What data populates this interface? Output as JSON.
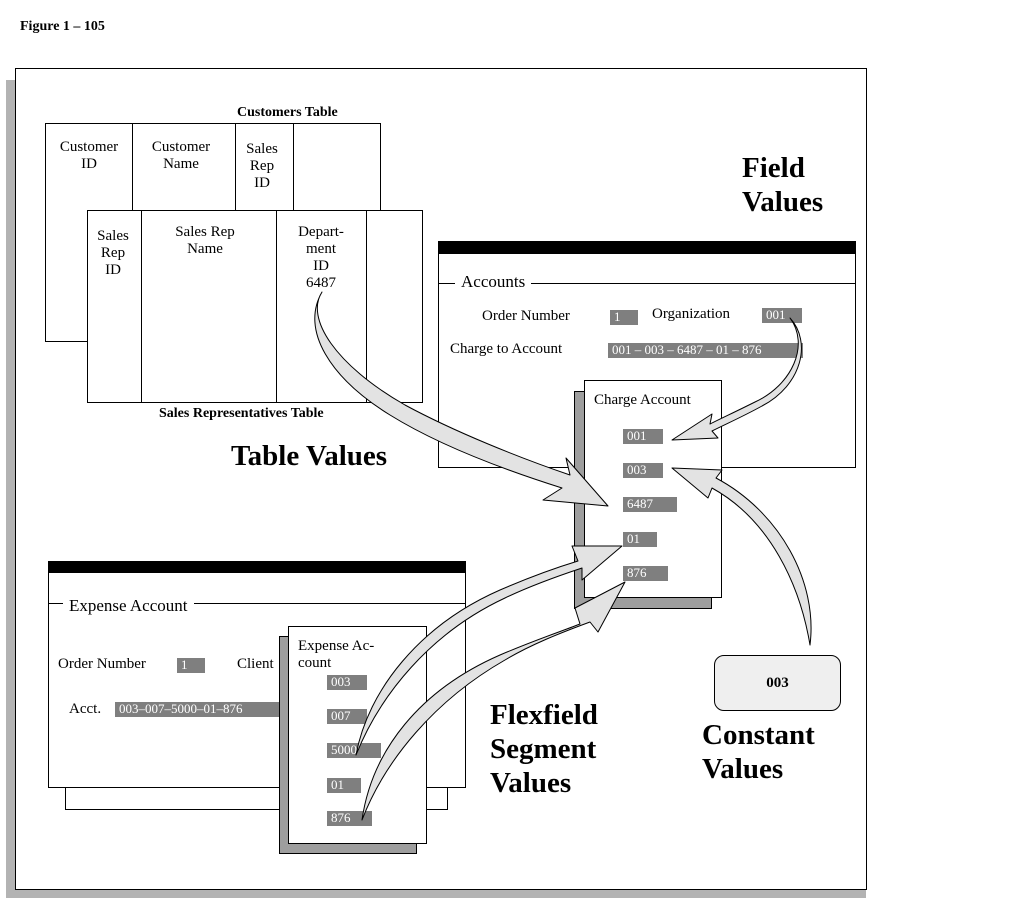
{
  "figure_label": "Figure 1 – 105",
  "customers_table": {
    "title": "Customers Table",
    "col1": [
      "Customer",
      "ID"
    ],
    "col2": [
      "Customer",
      "Name"
    ],
    "col3": [
      "Sales",
      "Rep",
      "ID"
    ]
  },
  "sales_reps_table": {
    "title": "Sales Representatives Table",
    "col1": [
      "Sales",
      "Rep",
      "ID"
    ],
    "col2": [
      "Sales Rep",
      "Name"
    ],
    "col3": [
      "Depart-",
      "ment",
      "ID"
    ],
    "value": "6487"
  },
  "labels": {
    "table_values": "Table Values",
    "field_values": [
      "Field",
      "Values"
    ],
    "flexfield_values": [
      "Flexfield",
      "Segment",
      "Values"
    ],
    "constant_values": [
      "Constant",
      "Values"
    ]
  },
  "accounts_window": {
    "title": "Accounts",
    "order_number_label": "Order Number",
    "order_number_value": "1",
    "organization_label": "Organization",
    "organization_value": "001",
    "charge_label": "Charge to Account",
    "charge_value": "001 – 003 – 6487 – 01 – 876"
  },
  "charge_account_popup": {
    "title": "Charge Account",
    "segments": [
      "001",
      "003",
      "6487",
      "01",
      "876"
    ]
  },
  "expense_window": {
    "title": "Expense Account",
    "order_number_label": "Order Number",
    "order_number_value": "1",
    "client_label": "Client",
    "acct_label": "Acct.",
    "acct_value": "003–007–5000–01–876"
  },
  "expense_popup": {
    "title": [
      "Expense Ac-",
      "count"
    ],
    "segments": [
      "003",
      "007",
      "5000",
      "01",
      "876"
    ]
  },
  "constant_box": {
    "value": "003"
  }
}
